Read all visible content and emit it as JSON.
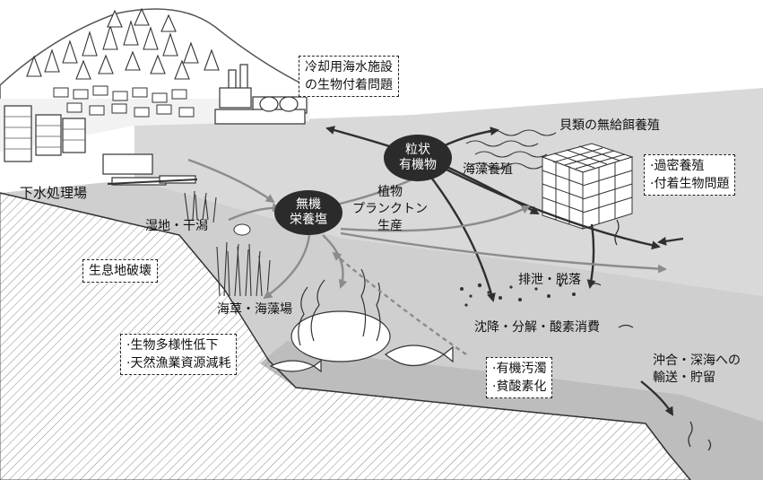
{
  "nodes": {
    "particulate_organic": [
      "粒状",
      "有機物"
    ],
    "inorganic_nutrients": [
      "無機",
      "栄養塩"
    ]
  },
  "labels": {
    "sewage_plant": "下水処理場",
    "wetland": "湿地・干潟",
    "seagrass": "海草・海藻場",
    "phytoplankton": [
      "植物",
      "プランクトン",
      "生産"
    ],
    "seaweed_culture": "海藻養殖",
    "shellfish_culture": "貝類の無給餌養殖",
    "excretion": "排泄・脱落",
    "settling": "沈降・分解・酸素消費",
    "offshore_transport": [
      "沖合・深海への",
      "輸送・貯留"
    ]
  },
  "boxes": {
    "cooling_water": [
      "冷却用海水施設",
      "の生物付着問題"
    ],
    "overcrowding": [
      "·過密養殖",
      "·付着生物問題"
    ],
    "habitat_destruction": [
      "生息地破壊"
    ],
    "biodiversity": [
      "·生物多様性低下",
      "·天然漁業資源減耗"
    ],
    "pollution": [
      "·有機汚濁",
      "·貧酸素化"
    ]
  },
  "colors": {
    "node_fill": "#2b2b2b",
    "sea_surface": "#d9d9d9",
    "sea_bottom": "#bdbdbd",
    "land_hatch": "#8a8a8a",
    "arrow_dark": "#2f2f2f",
    "arrow_light": "#8c8c8c"
  }
}
